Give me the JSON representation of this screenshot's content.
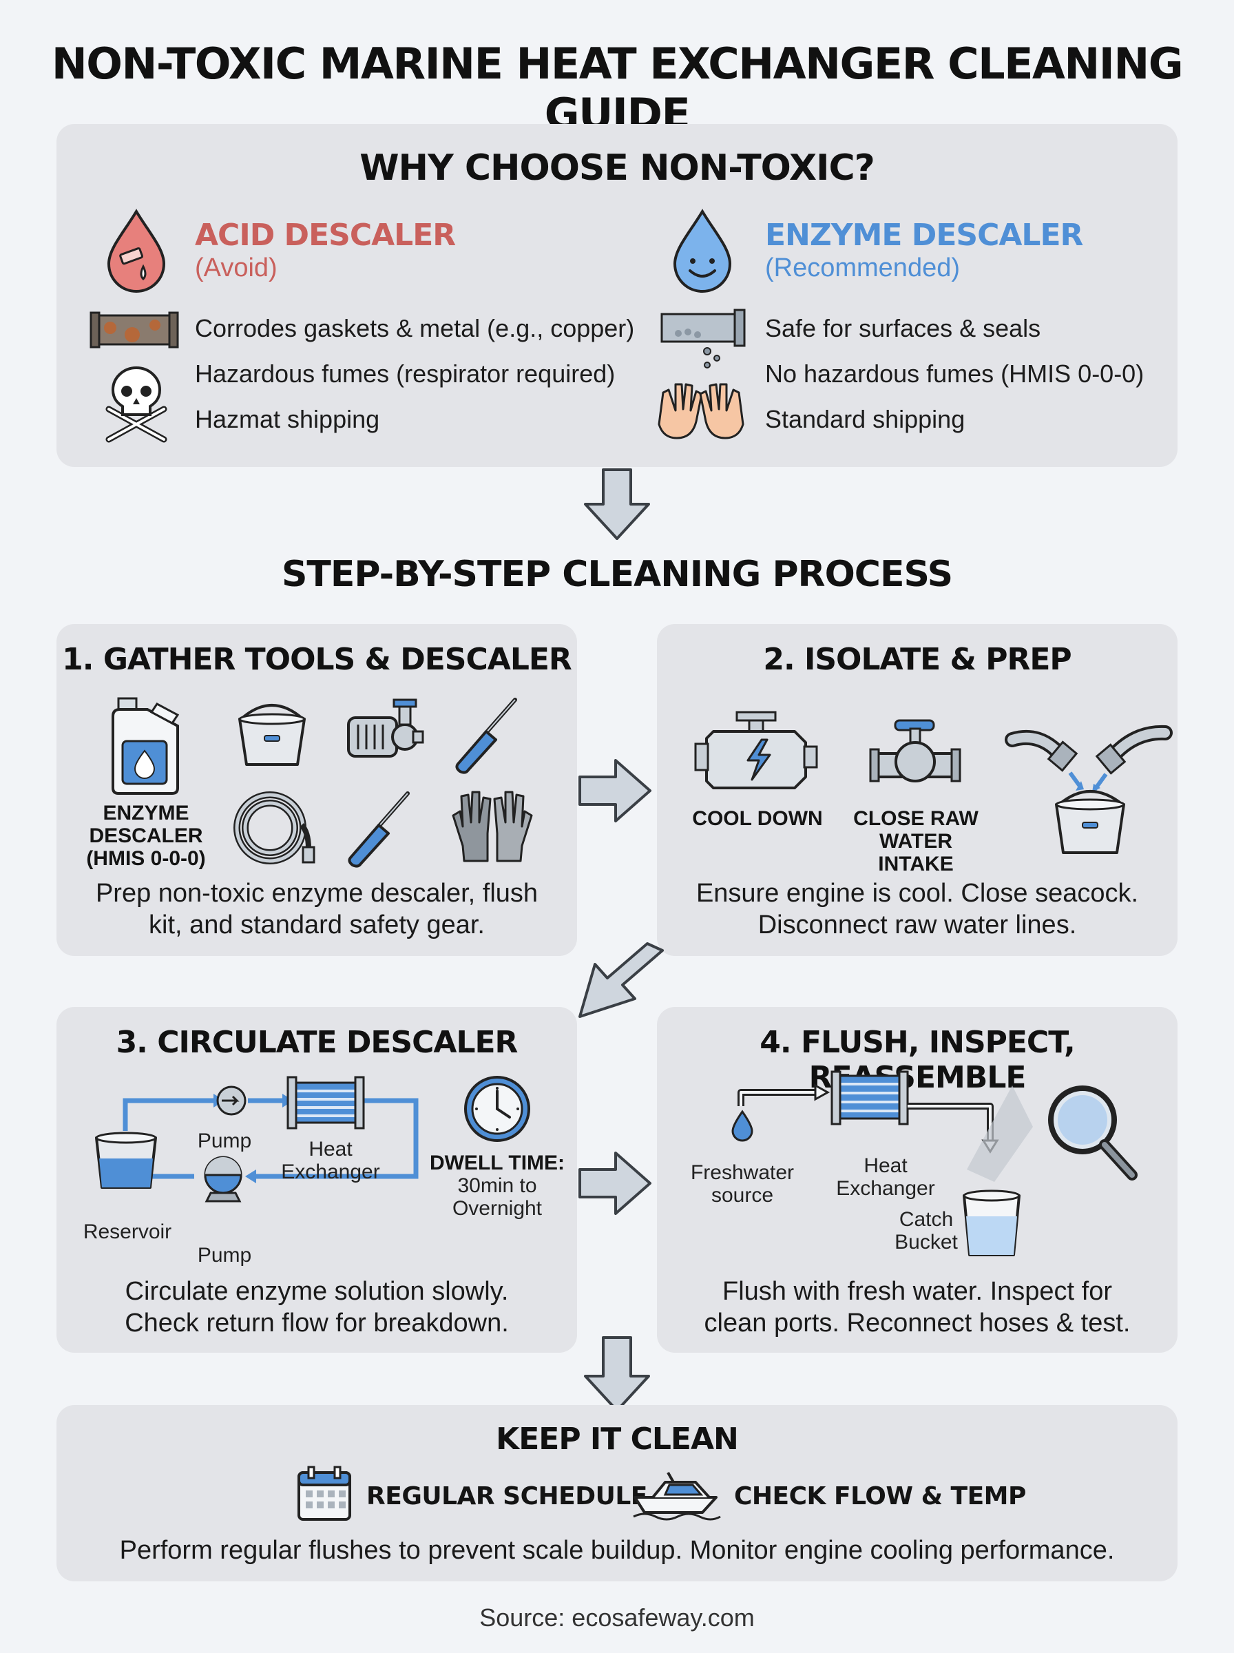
{
  "title": "NON-TOXIC MARINE HEAT EXCHANGER CLEANING GUIDE",
  "why": {
    "heading": "WHY CHOOSE NON-TOXIC?",
    "acid": {
      "name": "ACID DESCALER",
      "tag": "(Avoid)",
      "color": "#c9605c",
      "points": [
        "Corrodes gaskets & metal (e.g., copper)",
        "Hazardous fumes (respirator required)",
        "Hazmat shipping"
      ]
    },
    "enzyme": {
      "name": "ENZYME DESCALER",
      "tag": "(Recommended)",
      "color": "#4f8fd6",
      "points": [
        "Safe for surfaces & seals",
        "No hazardous fumes (HMIS 0-0-0)",
        "Standard shipping"
      ]
    }
  },
  "process_heading": "STEP-BY-STEP CLEANING PROCESS",
  "steps": {
    "s1": {
      "title": "1. GATHER TOOLS & DESCALER",
      "jug_label_1": "ENZYME",
      "jug_label_2": "DESCALER",
      "jug_label_3": "(HMIS 0-0-0)",
      "desc_1": "Prep non-toxic enzyme descaler, flush",
      "desc_2": "kit, and standard safety gear."
    },
    "s2": {
      "title": "2. ISOLATE & PREP",
      "cool_label": "COOL DOWN",
      "close_label_1": "CLOSE RAW",
      "close_label_2": "WATER INTAKE",
      "desc_1": "Ensure engine is cool. Close seacock.",
      "desc_2": "Disconnect raw water lines."
    },
    "s3": {
      "title": "3. CIRCULATE DESCALER",
      "pump_top": "Pump",
      "hx_1": "Heat",
      "hx_2": "Exchanger",
      "reservoir": "Reservoir",
      "pump_bottom": "Pump",
      "dwell_label": "DWELL TIME:",
      "dwell_1": "30min to",
      "dwell_2": "Overnight",
      "desc_1": "Circulate enzyme solution slowly.",
      "desc_2": "Check return flow for breakdown."
    },
    "s4": {
      "title": "4. FLUSH, INSPECT, REASSEMBLE",
      "fresh_1": "Freshwater",
      "fresh_2": "source",
      "hx_1": "Heat",
      "hx_2": "Exchanger",
      "bucket_1": "Catch",
      "bucket_2": "Bucket",
      "desc_1": "Flush with fresh water. Inspect for",
      "desc_2": "clean ports. Reconnect hoses & test."
    }
  },
  "keep": {
    "heading": "KEEP IT CLEAN",
    "schedule": "REGULAR SCHEDULE",
    "check": "CHECK FLOW & TEMP",
    "desc": "Perform regular flushes to prevent scale buildup. Monitor engine cooling performance."
  },
  "source": "Source: ecosafeway.com",
  "colors": {
    "accent_blue": "#4f8fd6",
    "acid_red": "#c9605c",
    "panel": "#e3e4e8",
    "arrow_fill": "#cfd6de"
  }
}
